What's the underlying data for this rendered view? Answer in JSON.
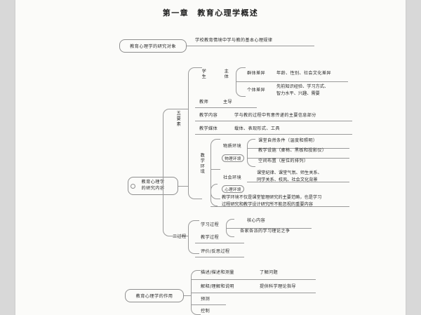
{
  "document": {
    "title": "第一章　教育心理学概述",
    "page_background": "#d8d8d8",
    "paper_color": "#fbfbf9",
    "line_color": "#9a9a9a",
    "text_color": "#2b2b2b"
  },
  "branch1": {
    "root": "教育心理学的研究对象",
    "leaf": "学校教育情境中学与教的基本心理规律"
  },
  "branch2": {
    "root_line1": "教育心理学",
    "root_line2": "的研究内容",
    "group_five": "五要素",
    "group_three": "三过程",
    "five": {
      "student": {
        "label": "学生",
        "role": "主体"
      },
      "group_diff": {
        "label": "群体差异",
        "detail": "年龄、性别、社会文化差异"
      },
      "individual_diff": {
        "label": "个体差异",
        "detail_line1": "先前知识经验、学习方式、",
        "detail_line2": "智力水平、兴趣、需要"
      },
      "teacher": {
        "label": "教师",
        "role": "主导"
      },
      "content": {
        "label": "教学内容",
        "detail": "学与教的过程中有意传递的主要信息部分"
      },
      "media": {
        "label": "教学媒体",
        "detail": "载体、表现形式、工具"
      },
      "environment": {
        "label": "教学环境",
        "material": {
          "label": "物质环境",
          "tag": "物理环境"
        },
        "material_items": [
          "课堂自然条件（温度和照明）",
          "教学设施（桌椅、黑板和投影仪）",
          "空间布置（座位的排列）"
        ],
        "social": {
          "label": "社会环境",
          "tag": "心理环境"
        },
        "social_detail_line1": "课堂纪律、课堂气氛、师生关系、",
        "social_detail_line2": "同学关系、校风、社会文化背景",
        "note_line1": "教学环境不仅是课堂管理研究的主要范畴，也是学习",
        "note_line2": "过程研究和教学设计研究所不能忽视的重要内容"
      }
    },
    "three": {
      "learning": {
        "label": "学习过程",
        "item1": "核心内容",
        "item2": "各家各派的学习理论之争"
      },
      "teaching": {
        "label": "教学过程"
      },
      "evaluation": {
        "label": "评价/反思过程"
      }
    }
  },
  "branch3": {
    "root": "教育心理学的作用",
    "items": [
      {
        "label": "描述/描述和测量",
        "detail": "了解问题"
      },
      {
        "label": "解释/理解和说明",
        "detail": "提供科学理论指导"
      },
      {
        "label": "预测",
        "detail": ""
      },
      {
        "label": "控制",
        "detail": ""
      }
    ]
  }
}
